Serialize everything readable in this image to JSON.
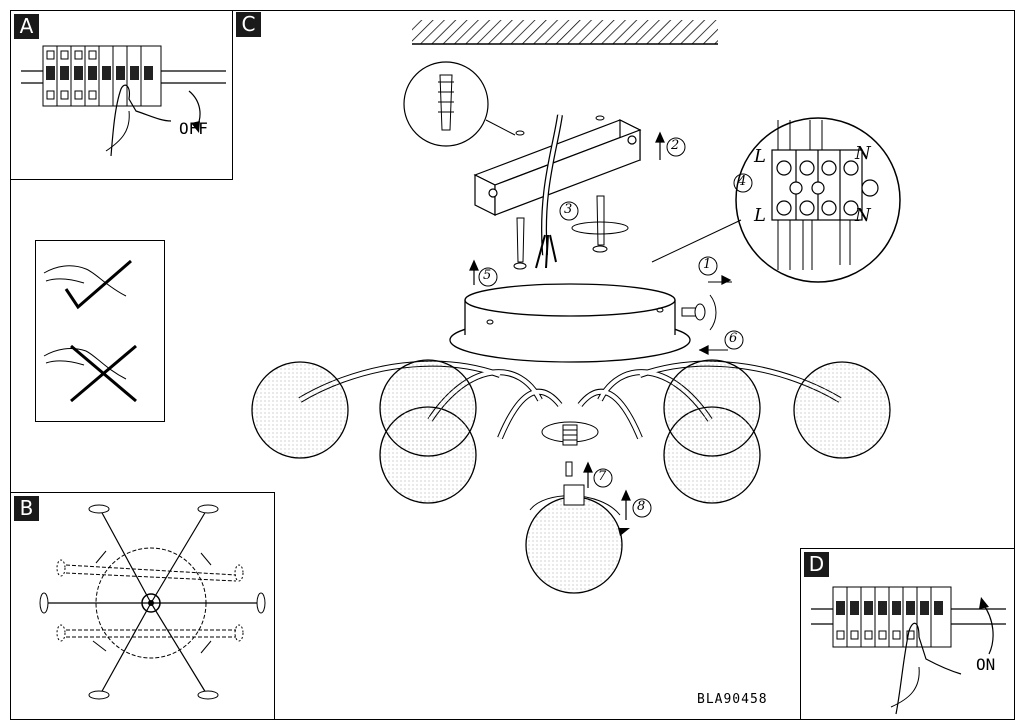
{
  "panels": {
    "a": {
      "tag": "A",
      "caption": "OFF"
    },
    "b": {
      "tag": "B"
    },
    "c": {
      "tag": "C"
    },
    "d": {
      "tag": "D",
      "caption": "ON"
    }
  },
  "steps": {
    "s1": "1",
    "s2": "2",
    "s3": "3",
    "s4": "4",
    "s5": "5",
    "s6": "6",
    "s7": "7",
    "s8": "8"
  },
  "terminal": {
    "l_top": "L",
    "n_top": "N",
    "l_bottom": "L",
    "n_bottom": "N"
  },
  "product_code": "BLA90458"
}
